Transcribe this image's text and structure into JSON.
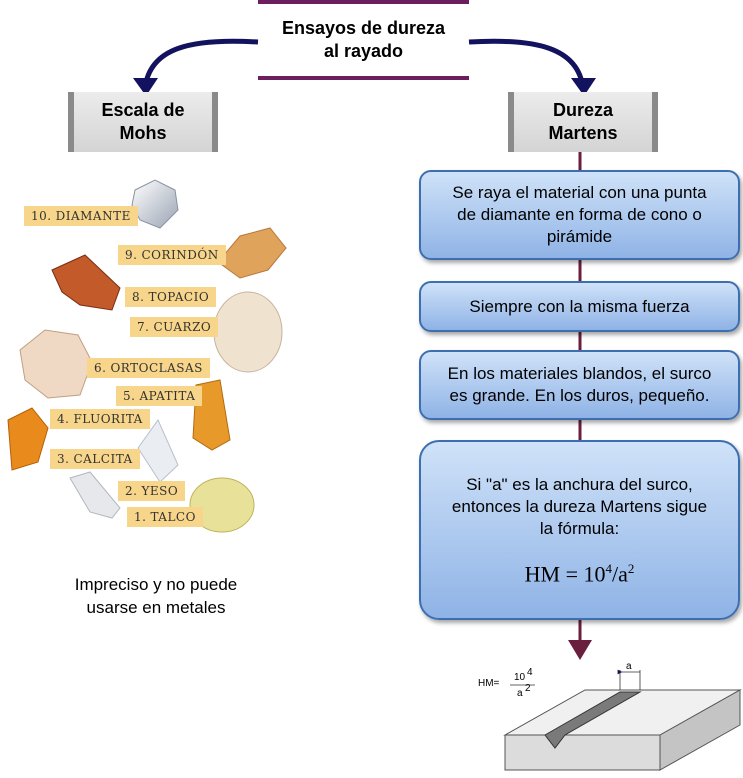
{
  "title": {
    "line1": "Ensayos de dureza",
    "line2": "al rayado"
  },
  "left_header": {
    "line1": "Escala de",
    "line2": "Mohs"
  },
  "right_header": {
    "line1": "Dureza",
    "line2": "Martens"
  },
  "mohs_scale": [
    {
      "number": "10.",
      "name": "DIAMANTE"
    },
    {
      "number": "9.",
      "name": "CORINDÓN"
    },
    {
      "number": "8.",
      "name": "TOPACIO"
    },
    {
      "number": "7.",
      "name": "CUARZO"
    },
    {
      "number": "6.",
      "name": "ORTOCLASAS"
    },
    {
      "number": "5.",
      "name": "APATITA"
    },
    {
      "number": "4.",
      "name": "FLUORITA"
    },
    {
      "number": "3.",
      "name": "CALCITA"
    },
    {
      "number": "2.",
      "name": "YESO"
    },
    {
      "number": "1.",
      "name": "TALCO"
    }
  ],
  "left_note": {
    "line1": "Impreciso y no puede",
    "line2": "usarse en metales"
  },
  "martens_steps": [
    {
      "line1": "Se raya el material con una punta",
      "line2": "de diamante en forma de cono o",
      "line3": "pirámide"
    },
    {
      "line1": "Siempre con la misma fuerza"
    },
    {
      "line1": "En los materiales blandos, el surco",
      "line2": "es grande. En los duros, pequeño."
    },
    {
      "line1": "Si \"a\" es la anchura del surco,",
      "line2": "entonces la dureza Martens sigue",
      "line3": "la fórmula:"
    }
  ],
  "formula": {
    "lhs": "HM = 10",
    "exp1": "4",
    "mid": "/a",
    "exp2": "2"
  },
  "figure": {
    "hm_label": "HM=",
    "numerator": "10",
    "num_exp": "4",
    "denominator": "a",
    "den_exp": "2",
    "dim_label": "a"
  },
  "colors": {
    "title_bar": "#6b1f5e",
    "arrow_left": "#12125e",
    "arrow_right": "#6b1f3f",
    "box_border": "#3d6fb0",
    "label_bg": "#f7d58a"
  }
}
